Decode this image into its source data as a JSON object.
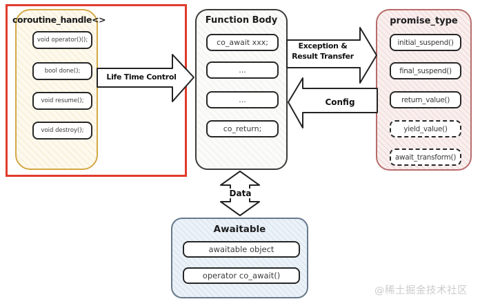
{
  "coroutine_handle": {
    "title": "coroutine_handle<>",
    "methods": [
      "void operator()();",
      "bool done();",
      "void resume();",
      "void destroy();"
    ]
  },
  "function_body": {
    "title": "Function Body",
    "statements": [
      "co_await xxx;",
      "...",
      "...",
      "co_return;"
    ]
  },
  "promise_type": {
    "title": "promise_type",
    "methods": [
      "initial_suspend()",
      "final_suspend()",
      "return_value()",
      "yield_value()",
      "await_transform()"
    ]
  },
  "awaitable": {
    "title": "Awaitable",
    "members": [
      "awaitable object",
      "operator co_await()"
    ]
  },
  "arrows": {
    "life_time_control": "Life Time Control",
    "exception_result_line1": "Exception &",
    "exception_result_line2": "Result Transfer",
    "config": "Config",
    "data": "Data"
  },
  "watermark": "@稀土掘金技术社区",
  "colors": {
    "highlight_outline": "#e03b2c",
    "coroutine_border": "#d4a843",
    "promise_border": "#b76b6b",
    "awaitable_border": "#67798b",
    "function_border": "#3b3b3b",
    "box_border": "#262626"
  }
}
